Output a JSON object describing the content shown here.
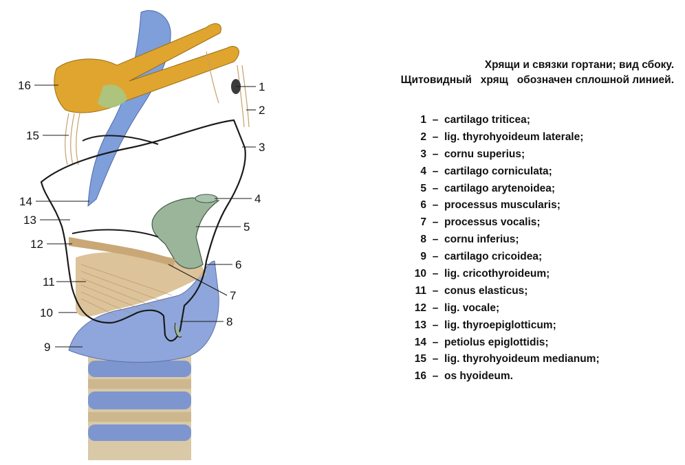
{
  "caption": {
    "line1": "Хрящи и связки гортани; вид сбоку.",
    "line2": "Щитовидный   хрящ   обозначен сплошной линией."
  },
  "legend": [
    {
      "num": "1",
      "term": "cartilago triticea;"
    },
    {
      "num": "2",
      "term": "lig. thyrohyoideum laterale;"
    },
    {
      "num": "3",
      "term": "cornu superius;"
    },
    {
      "num": "4",
      "term": "cartilago corniculata;"
    },
    {
      "num": "5",
      "term": "cartilago arytenoidea;"
    },
    {
      "num": "6",
      "term": "processus muscularis;"
    },
    {
      "num": "7",
      "term": "processus vocalis;"
    },
    {
      "num": "8",
      "term": "cornu inferius;"
    },
    {
      "num": "9",
      "term": "cartilago cricoidea;"
    },
    {
      "num": "10",
      "term": "lig. cricothyroideum;"
    },
    {
      "num": "11",
      "term": "conus elasticus;"
    },
    {
      "num": "12",
      "term": "lig. vocale;"
    },
    {
      "num": "13",
      "term": "lig. thyroepiglotticum;"
    },
    {
      "num": "14",
      "term": "petiolus epiglottidis;"
    },
    {
      "num": "15",
      "term": "lig. thyrohyoideum medianum;"
    },
    {
      "num": "16",
      "term": "os hyoideum."
    }
  ],
  "callouts": {
    "n1": "1",
    "n2": "2",
    "n3": "3",
    "n4": "4",
    "n5": "5",
    "n6": "6",
    "n7": "7",
    "n8": "8",
    "n9": "9",
    "n10": "10",
    "n11": "11",
    "n12": "12",
    "n13": "13",
    "n14": "14",
    "n15": "15",
    "n16": "16"
  },
  "legend_dash": "–",
  "colors": {
    "hyoid": "#e0a52e",
    "epiglottis": "#7f9fdb",
    "cartilage_blue": "#8fa6dc",
    "arytenoid": "#9bb59a",
    "ligament": "#d7b888",
    "outline": "#1a1a1a",
    "text": "#111111"
  }
}
